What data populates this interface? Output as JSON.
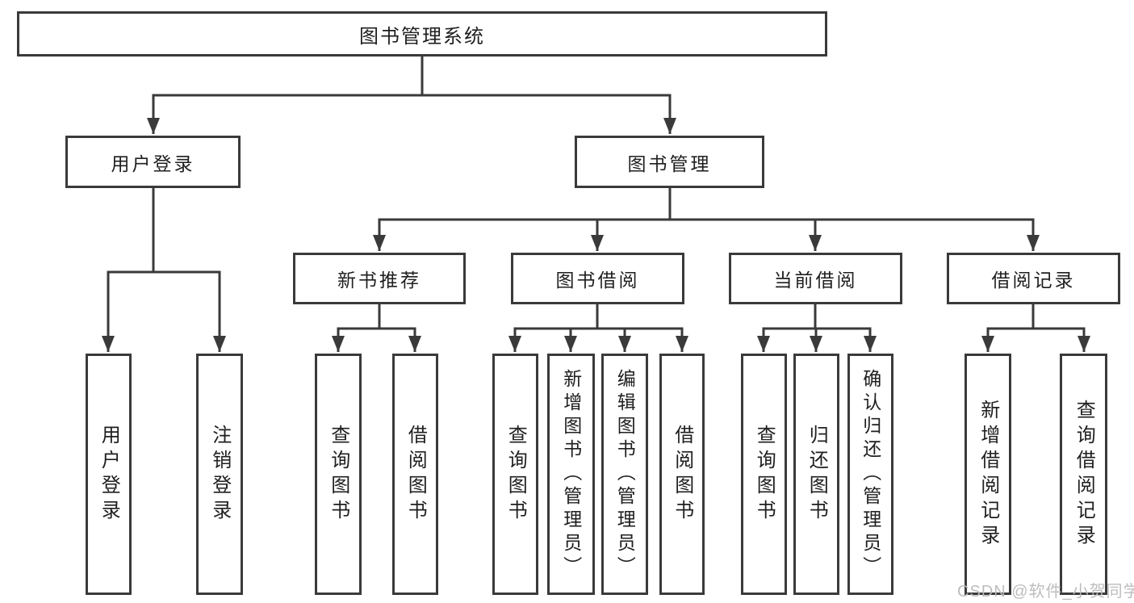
{
  "diagram": {
    "root": {
      "label": "图书管理系统"
    },
    "level2": [
      {
        "label": "用户登录"
      },
      {
        "label": "图书管理"
      }
    ],
    "level3": [
      {
        "label": "新书推荐"
      },
      {
        "label": "图书借阅"
      },
      {
        "label": "当前借阅"
      },
      {
        "label": "借阅记录"
      }
    ],
    "leaves": [
      {
        "label": "用户登录"
      },
      {
        "label": "注销登录"
      },
      {
        "label": "查询图书"
      },
      {
        "label": "借阅图书"
      },
      {
        "label": "查询图书"
      },
      {
        "label": "新增图书（管理员）"
      },
      {
        "label": "编辑图书（管理员）"
      },
      {
        "label": "借阅图书"
      },
      {
        "label": "查询图书"
      },
      {
        "label": "归还图书"
      },
      {
        "label": "确认归还（管理员）"
      },
      {
        "label": "新增借阅记录"
      },
      {
        "label": "查询借阅记录"
      }
    ]
  },
  "watermark": {
    "text": "CSDN @软件_小贺同学"
  },
  "colors": {
    "line": "#3a3a3a",
    "text": "#1f1f1f",
    "background": "#ffffff",
    "watermark": "#b9b9b9"
  }
}
